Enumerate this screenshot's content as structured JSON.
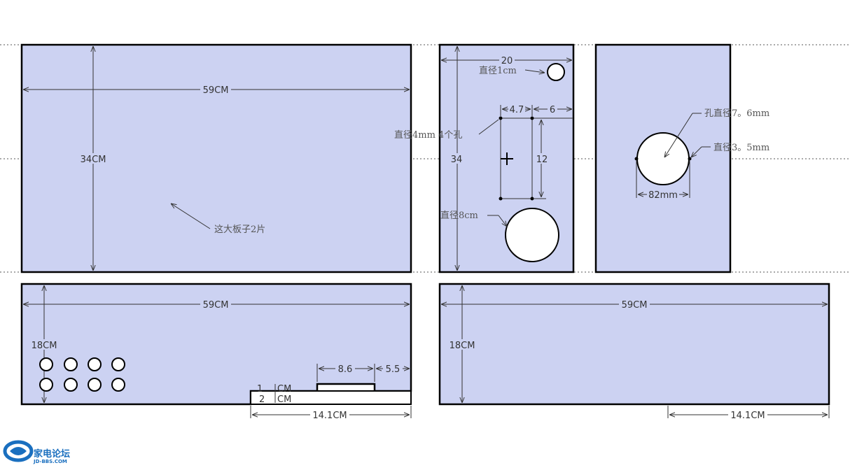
{
  "panel_large_top": {
    "width_label": "59CM",
    "height_label": "34CM",
    "note": "这大板子2片"
  },
  "panel_side": {
    "width_label": "20",
    "height_label": "34",
    "small_hole_label": "直径1cm",
    "rect_holes_label": "直径4mm  4个孔",
    "dim_a": "4.7",
    "dim_b": "6",
    "dim_c": "12",
    "big_hole_label": "直径8cm"
  },
  "panel_right": {
    "hole_label": "孔直径7。6mm",
    "small_label": "直径3。5mm",
    "width_label": "82mm"
  },
  "panel_bottom_left": {
    "width_label": "59CM",
    "height_label": "18CM",
    "dim_a": "8.6",
    "dim_b": "5.5",
    "step1": "1",
    "step1_unit": "CM",
    "step2": "2",
    "step2_unit": "CM",
    "bottom_label": "14.1CM"
  },
  "panel_bottom_right": {
    "width_label": "59CM",
    "height_label": "18CM",
    "bottom_label": "14.1CM"
  },
  "watermark": {
    "name": "家电论坛",
    "url": "JD-BBS.COM"
  }
}
